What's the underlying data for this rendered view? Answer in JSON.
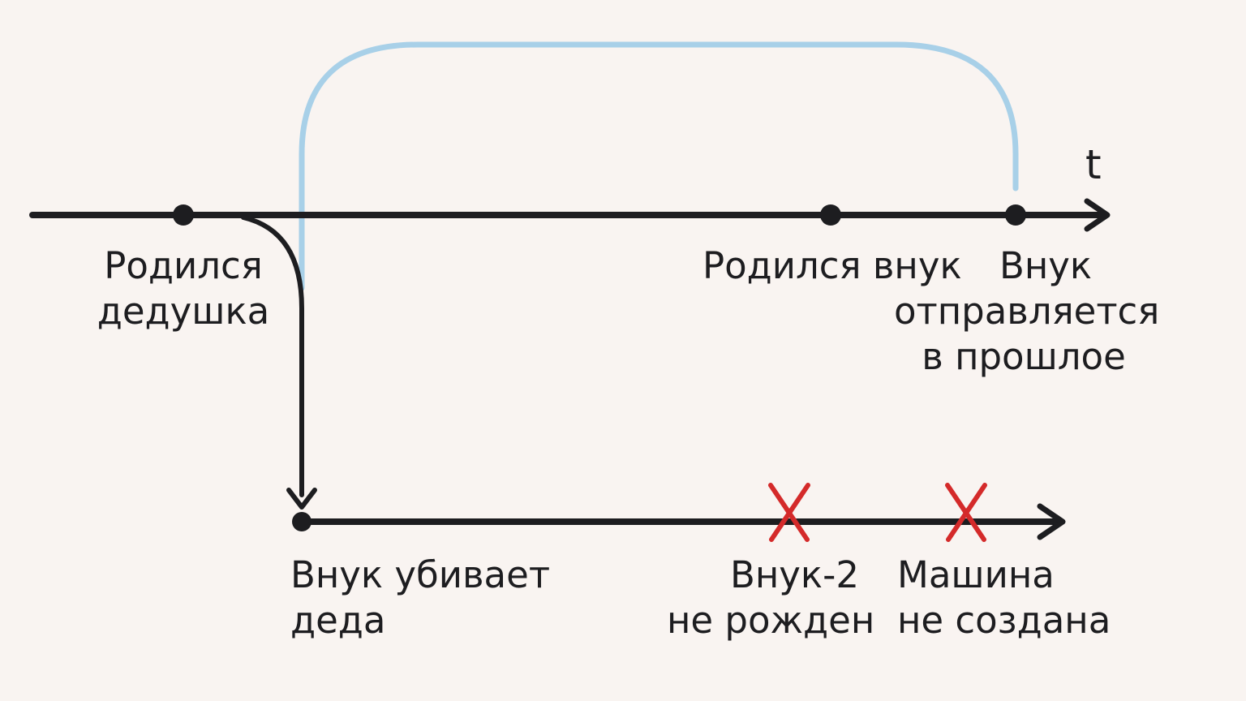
{
  "axis_label": "t",
  "colors": {
    "background": "#f9f4f1",
    "timeline": "#1d1d20",
    "travel_path": "#a8d0e8",
    "cross": "#d42a2a"
  },
  "labels": {
    "grandpa_born": {
      "line1": "Родился",
      "line2": "дедушка"
    },
    "grandson_born": {
      "line1": "Родился внук"
    },
    "grandson_travels": {
      "line1": "Внук",
      "line2": "отправляется",
      "line3": "в прошлое"
    },
    "grandson_kills": {
      "line1": "Внук убивает",
      "line2": "деда"
    },
    "grandson2_not_born": {
      "line1": "Внук-2",
      "line2": "не рожден"
    },
    "machine_not_created": {
      "line1": "Машина",
      "line2": "не создана"
    }
  }
}
